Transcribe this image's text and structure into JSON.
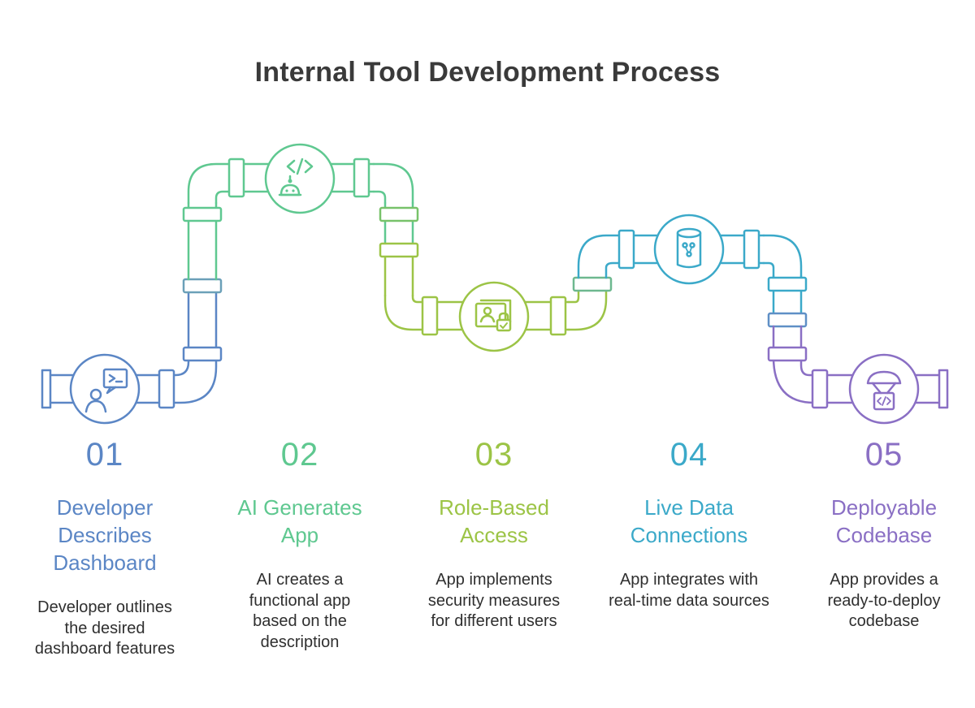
{
  "title": "Internal Tool Development Process",
  "colors": {
    "blue": "#5b86c5",
    "green": "#5fc890",
    "lime": "#9cc446",
    "cyan": "#3ba9c9",
    "purple": "#8a6fc4",
    "text": "#2f2f2f",
    "title": "#3a3a3a"
  },
  "steps": [
    {
      "number": "01",
      "label": "Developer Describes Dashboard",
      "description": "Developer outlines the desired dashboard features",
      "icon": "developer-speech-icon",
      "color": "#5b86c5"
    },
    {
      "number": "02",
      "label": "AI Generates App",
      "description": "AI creates a functional app based on the description",
      "icon": "robot-code-icon",
      "color": "#5fc890"
    },
    {
      "number": "03",
      "label": "Role-Based Access",
      "description": "App implements security measures for different users",
      "icon": "user-lock-icon",
      "color": "#9cc446"
    },
    {
      "number": "04",
      "label": "Live Data Connections",
      "description": "App integrates with real-time data sources",
      "icon": "database-network-icon",
      "color": "#3ba9c9"
    },
    {
      "number": "05",
      "label": "Deployable Codebase",
      "description": "App provides a ready-to-deploy codebase",
      "icon": "package-code-icon",
      "color": "#8a6fc4"
    }
  ]
}
